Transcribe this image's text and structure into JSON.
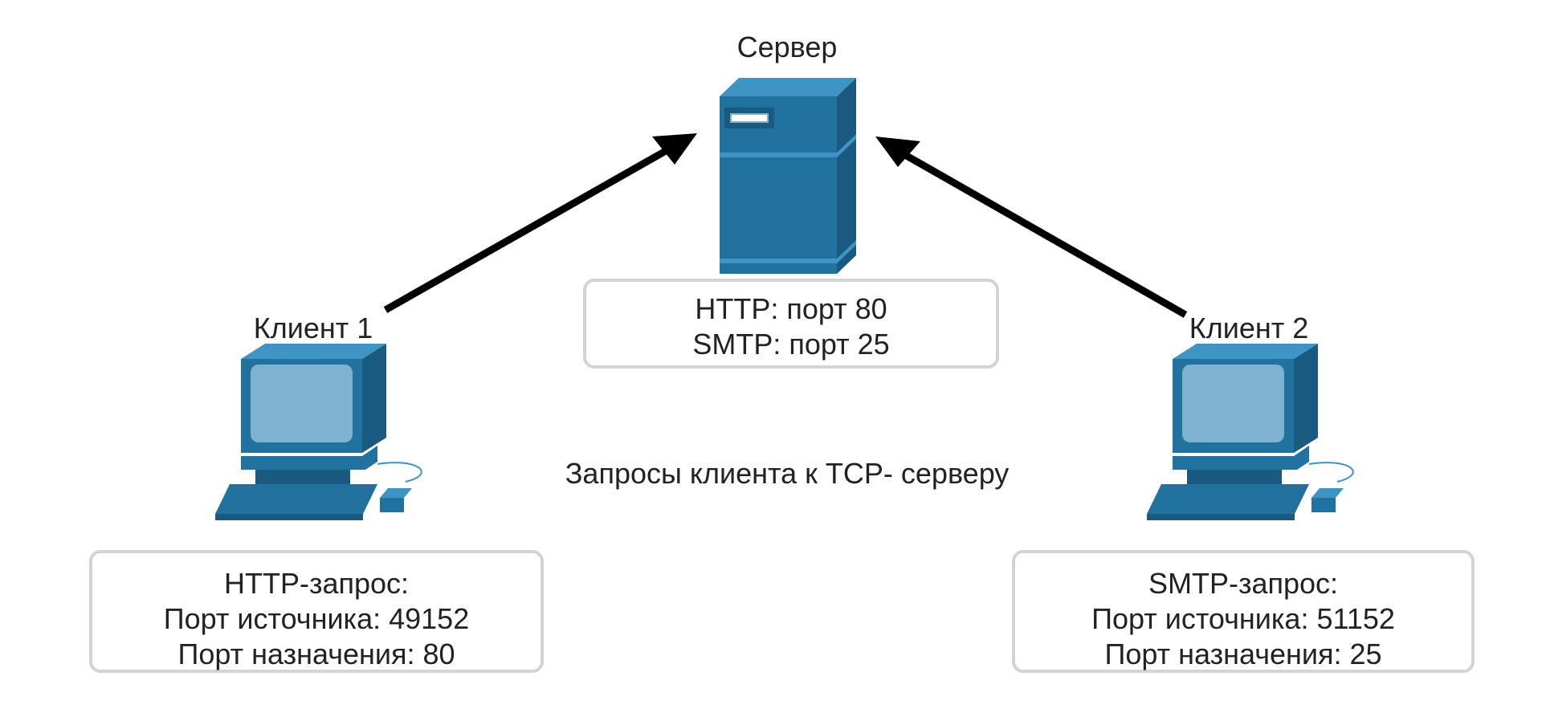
{
  "server": {
    "title": "Сервер",
    "ports": [
      "HTTP: порт 80",
      "SMTP: порт 25"
    ]
  },
  "client1": {
    "title": "Клиент 1",
    "request": [
      "HTTP-запрос:",
      "Порт источника: 49152",
      "Порт назначения: 80"
    ]
  },
  "client2": {
    "title": "Клиент 2",
    "request": [
      "SMTP-запрос:",
      "Порт источника: 51152",
      "Порт назначения: 25"
    ]
  },
  "caption": [
    "Запросы клиента к TCP-",
    "серверу"
  ],
  "colors": {
    "device_main": "#22729f",
    "device_dark": "#1b5a80",
    "device_light": "#3e94c2",
    "screen": "#7fb2d1",
    "box_border": "#d3d3d3",
    "arrow": "#000000"
  },
  "icons": {
    "server": "server-tower-icon",
    "client1": "desktop-computer-icon",
    "client2": "desktop-computer-icon"
  }
}
